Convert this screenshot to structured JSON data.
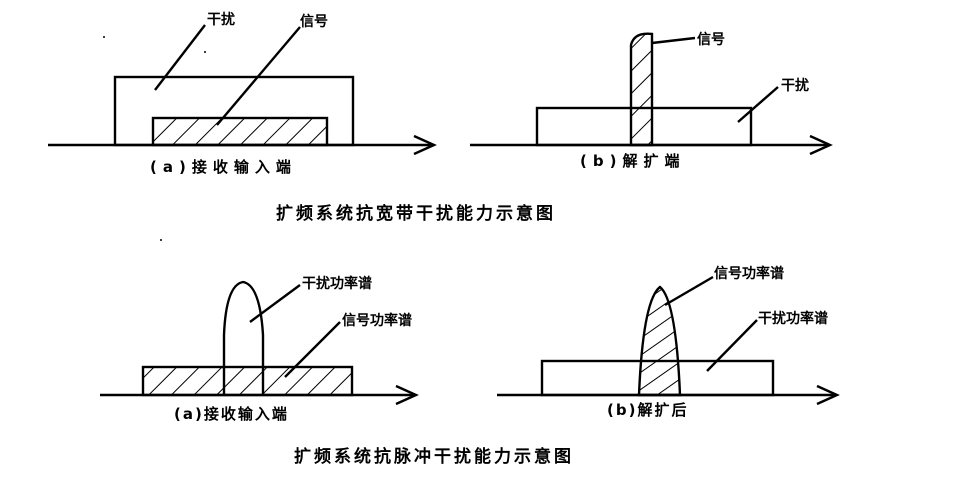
{
  "top_section": {
    "title": "扩频系统抗宽带干扰能力示意图",
    "panel_a": {
      "interference_label": "干扰",
      "signal_label": "信号",
      "caption": "(a)接收输入端"
    },
    "panel_b": {
      "signal_label": "信号",
      "interference_label": "干扰",
      "caption": "(b)解扩端"
    }
  },
  "bottom_section": {
    "title": "扩频系统抗脉冲干扰能力示意图",
    "panel_a": {
      "interference_psd_label": "干扰功率谱",
      "signal_psd_label": "信号功率谱",
      "caption": "(a)接收输入端"
    },
    "panel_b": {
      "signal_psd_label": "信号功率谱",
      "interference_psd_label": "干扰功率谱",
      "caption": "(b)解扩后"
    }
  }
}
